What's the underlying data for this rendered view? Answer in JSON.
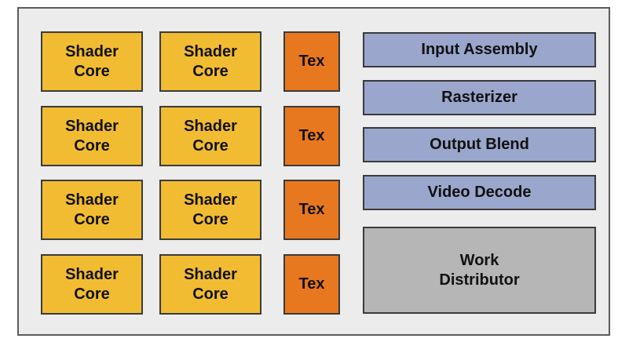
{
  "diagram": {
    "rows": [
      {
        "cells": [
          {
            "kind": "shader",
            "label": "Shader\nCore"
          },
          {
            "kind": "shader",
            "label": "Shader\nCore"
          },
          {
            "kind": "tex",
            "label": "Tex"
          }
        ]
      },
      {
        "cells": [
          {
            "kind": "shader",
            "label": "Shader\nCore"
          },
          {
            "kind": "shader",
            "label": "Shader\nCore"
          },
          {
            "kind": "tex",
            "label": "Tex"
          }
        ]
      },
      {
        "cells": [
          {
            "kind": "shader",
            "label": "Shader\nCore"
          },
          {
            "kind": "shader",
            "label": "Shader\nCore"
          },
          {
            "kind": "tex",
            "label": "Tex"
          }
        ]
      },
      {
        "cells": [
          {
            "kind": "shader",
            "label": "Shader\nCore"
          },
          {
            "kind": "shader",
            "label": "Shader\nCore"
          },
          {
            "kind": "tex",
            "label": "Tex"
          }
        ]
      }
    ],
    "fixed_function": [
      {
        "label": "Input Assembly"
      },
      {
        "label": "Rasterizer"
      },
      {
        "label": "Output Blend"
      },
      {
        "label": "Video Decode"
      }
    ],
    "work_distributor": {
      "label": "Work\nDistributor"
    },
    "colors": {
      "shader_core": "#f2bc32",
      "tex": "#e8781f",
      "fixed_function": "#9aa6cc",
      "work_distributor": "#b6b6b6",
      "frame": "#ececec"
    }
  }
}
